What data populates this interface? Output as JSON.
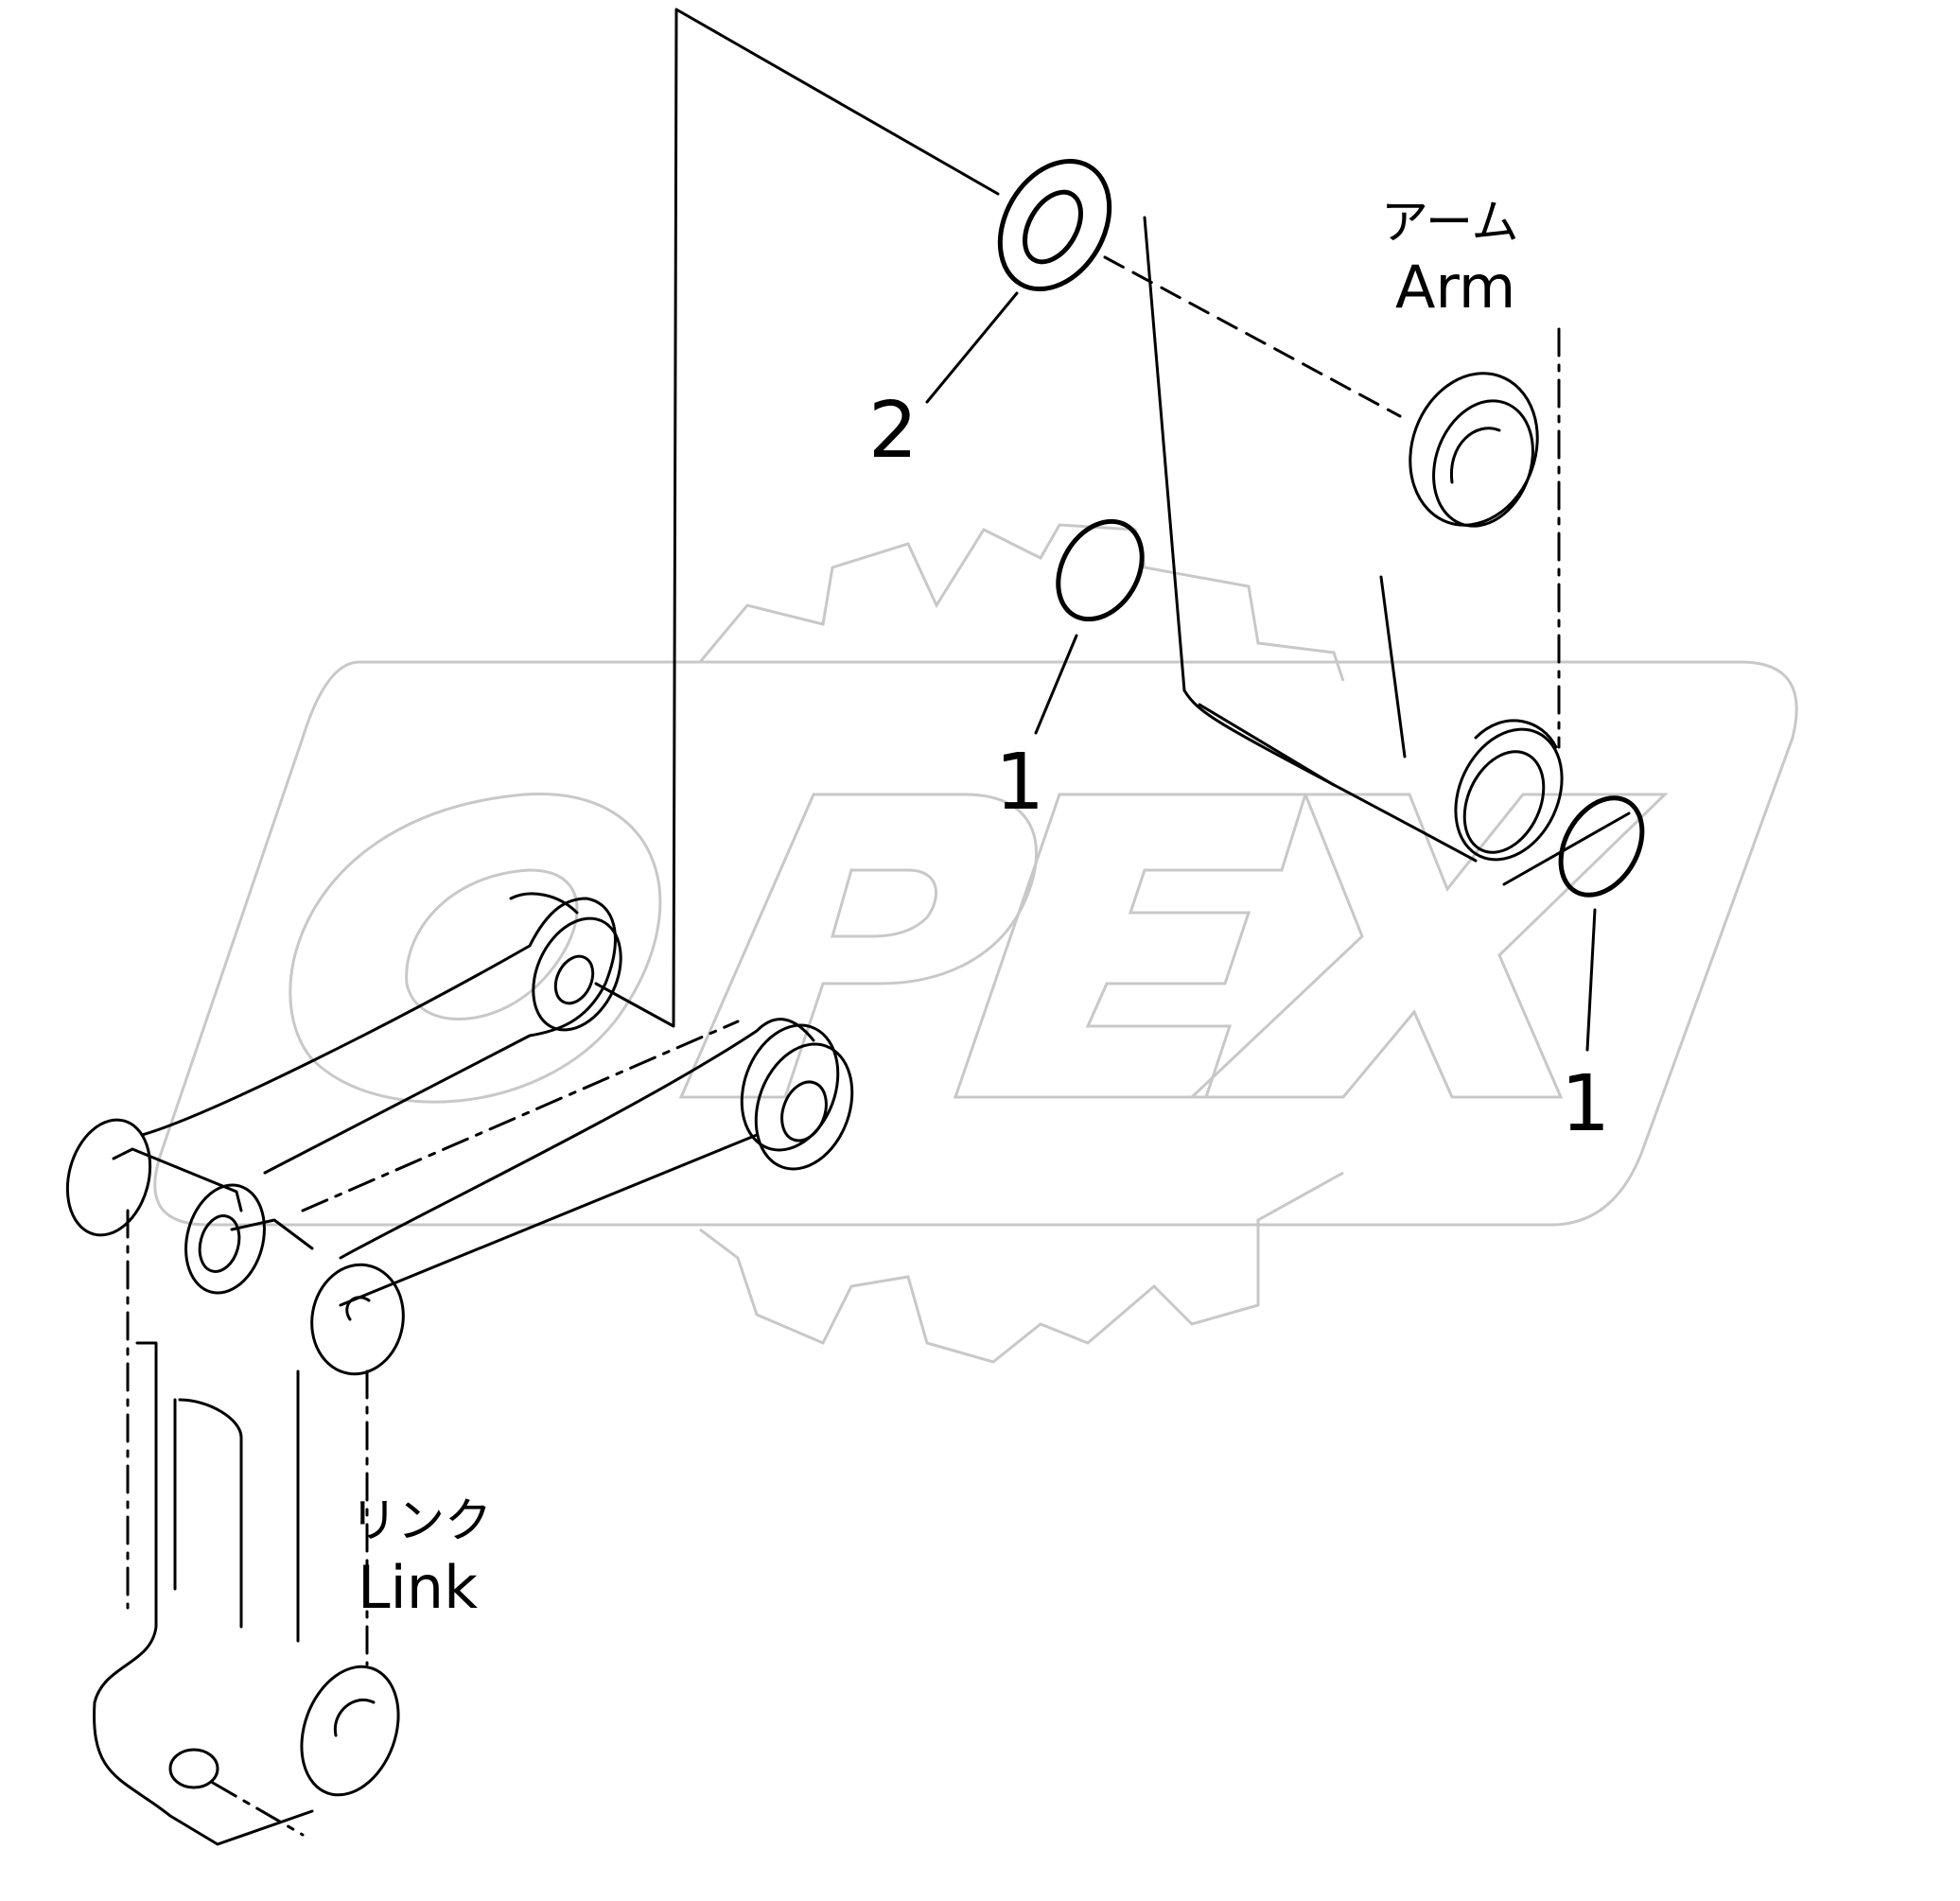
{
  "labels": {
    "arm_jp": "アーム",
    "arm_en": "Arm",
    "link_jp": "リンク",
    "link_en": "Link"
  },
  "callouts": [
    {
      "id": "washer",
      "number": "2"
    },
    {
      "id": "o-ring-upper",
      "number": "1"
    },
    {
      "id": "o-ring-right",
      "number": "1"
    }
  ],
  "watermark": {
    "text": "OPEX"
  },
  "colors": {
    "line": "#000000",
    "watermark": "#c8c8c8",
    "background": "#ffffff"
  }
}
